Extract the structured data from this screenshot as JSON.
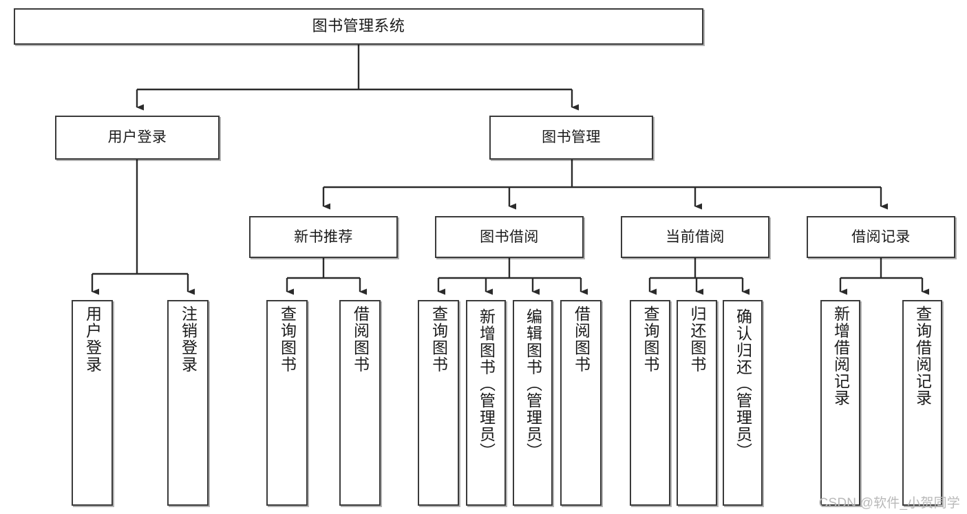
{
  "diagram": {
    "title": "图书管理系统",
    "type": "tree-hierarchy",
    "watermark": "CSDN @软件_小贺同学",
    "colors": {
      "box_border": "#3a3a3a",
      "box_fill": "#ffffff",
      "connector": "#2b2b2b",
      "text": "#1a1a1a",
      "watermark": "#b9b9b9",
      "background": "#ffffff"
    },
    "nodes": {
      "root": {
        "label": "图书管理系统"
      },
      "level2": [
        {
          "label": "用户登录"
        },
        {
          "label": "图书管理"
        }
      ],
      "level3": [
        {
          "label": "新书推荐"
        },
        {
          "label": "图书借阅"
        },
        {
          "label": "当前借阅"
        },
        {
          "label": "借阅记录"
        }
      ],
      "leaves": {
        "user_login": [
          {
            "label": "用户登录"
          },
          {
            "label": "注销登录"
          }
        ],
        "new_book_recommend": [
          {
            "label": "查询图书"
          },
          {
            "label": "借阅图书"
          }
        ],
        "book_borrow": [
          {
            "label": "查询图书"
          },
          {
            "label": "新增图书（管理员）"
          },
          {
            "label": "编辑图书（管理员）"
          },
          {
            "label": "借阅图书"
          }
        ],
        "current_borrow": [
          {
            "label": "查询图书"
          },
          {
            "label": "归还图书"
          },
          {
            "label": "确认归还（管理员）"
          }
        ],
        "borrow_record": [
          {
            "label": "新增借阅记录"
          },
          {
            "label": "查询借阅记录"
          }
        ]
      }
    }
  }
}
